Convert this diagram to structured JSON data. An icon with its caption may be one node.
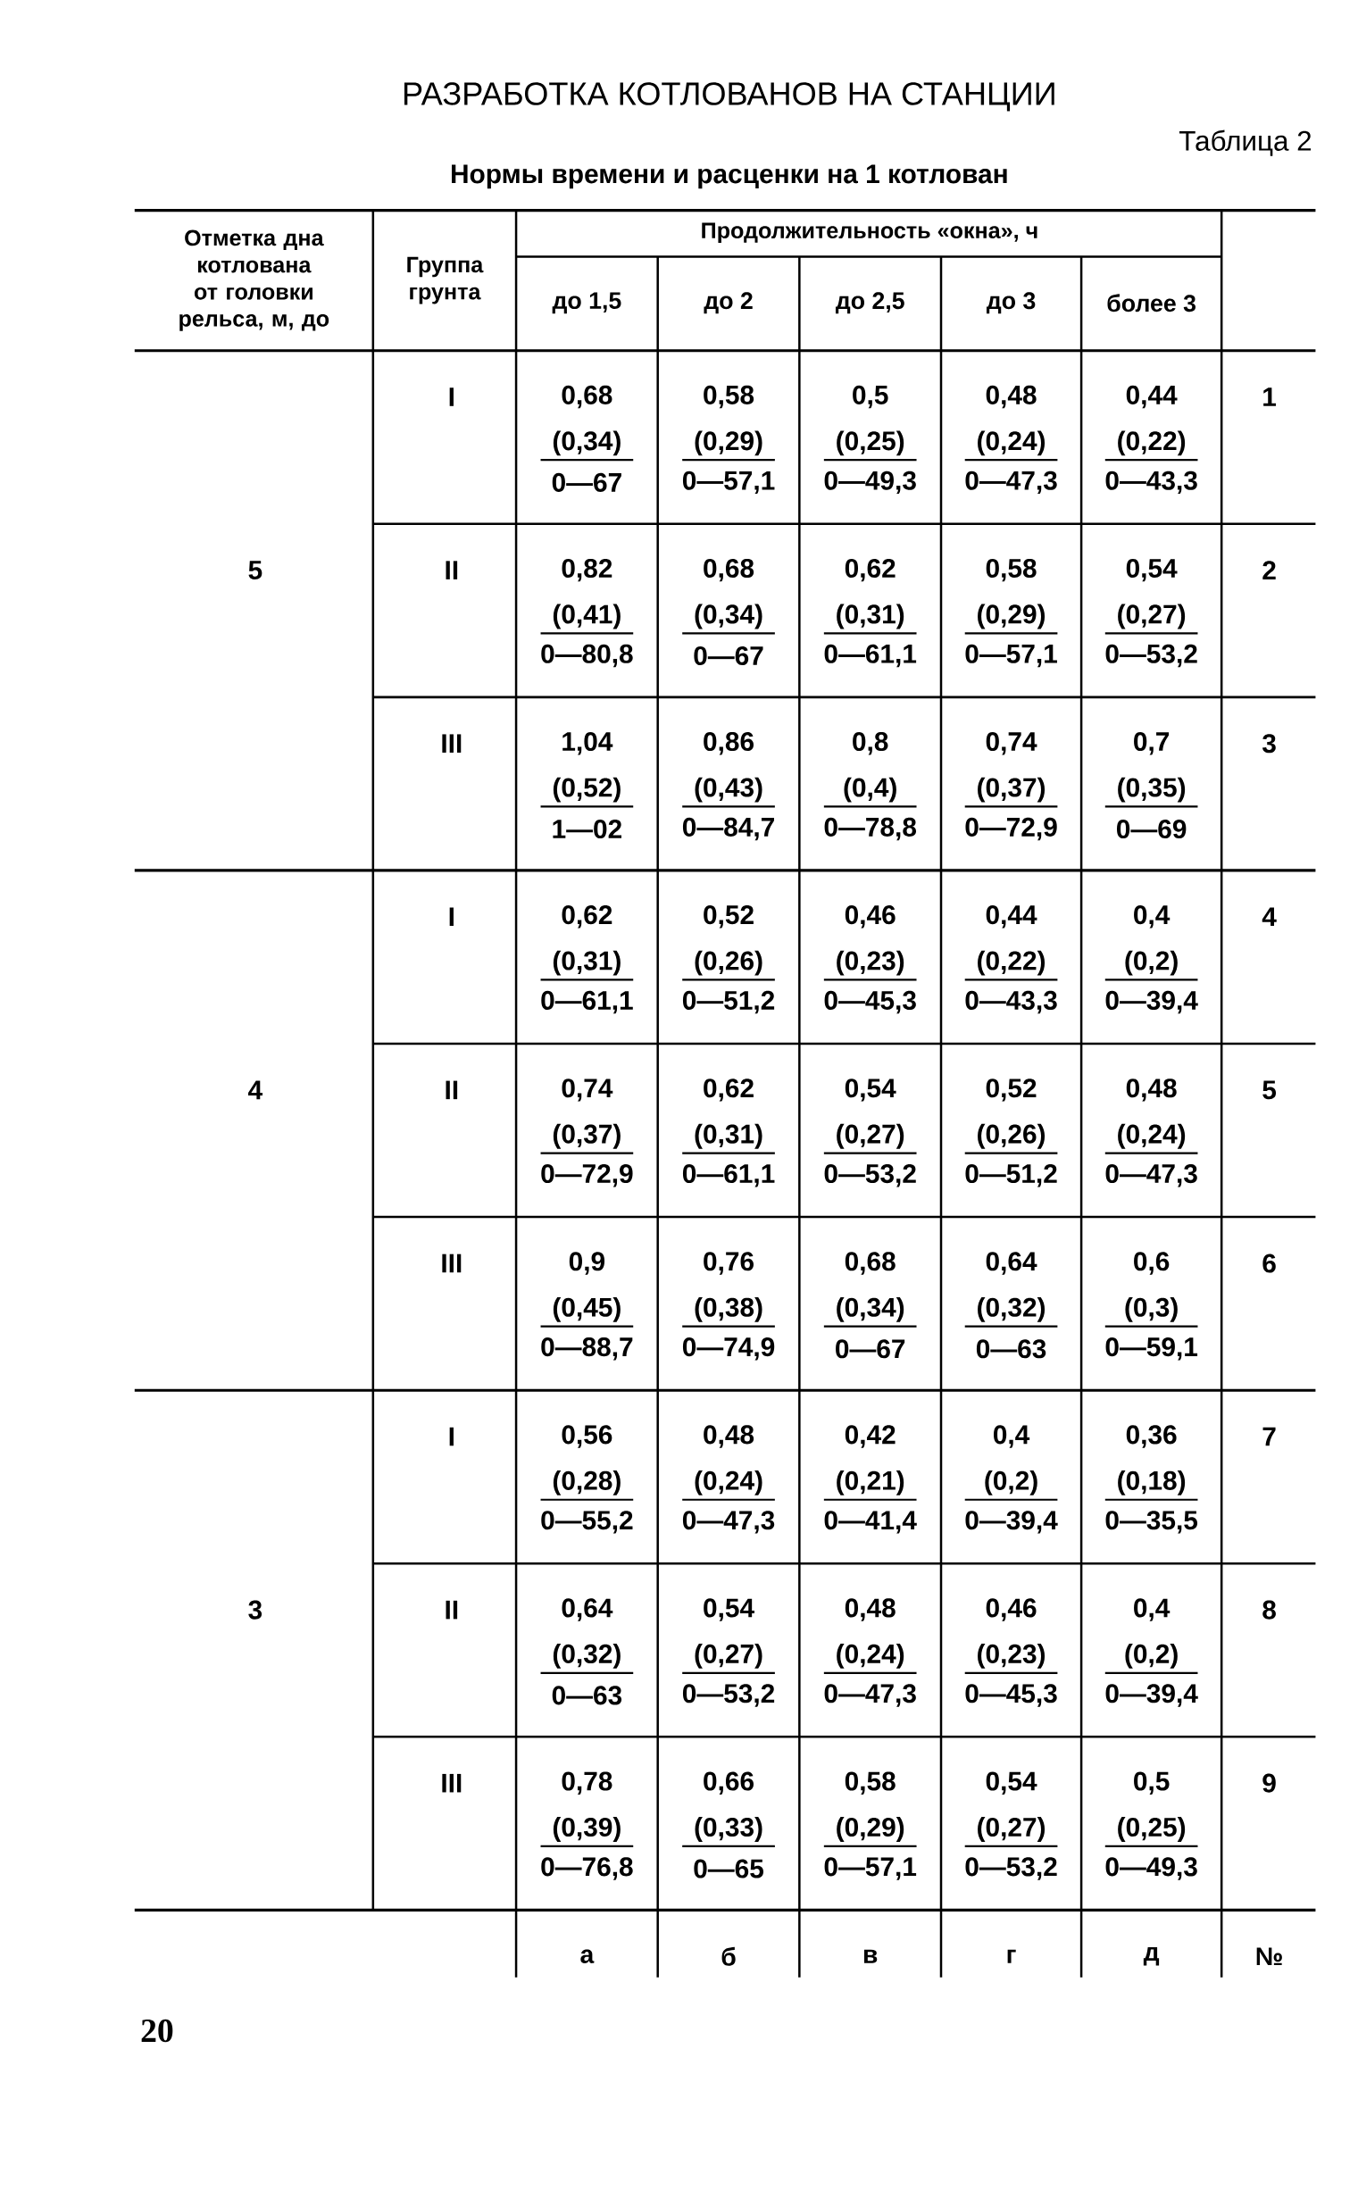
{
  "diagram": {
    "title": "РАЗРАБОТКА КОТЛОВАНОВ НА СТАНЦИИ",
    "labels": [
      "Таблица 2",
      "Нормы времени и расценки на 1 котлован",
      "Отметка дна котлована от головки рельса, м, до",
      "Группа грунта",
      "Продолжительность «окна», ч",
      "до 1,5",
      "до 2",
      "до 2,5",
      "до 3",
      "более 3",
      "I",
      "0,68",
      "(0,34)",
      "0—67",
      "0,58",
      "(0,29)",
      "0—57,1",
      "0,5",
      "(0,25)",
      "0—49,3",
      "0,48",
      "(0,24)",
      "0—47,3",
      "0,44",
      "(0,22)",
      "0—43,3",
      "1",
      "5",
      "II",
      "0,82",
      "(0,41)",
      "0—80,8",
      "0,68",
      "(0,34)",
      "0—67",
      "0,62",
      "(0,31)",
      "0—61,1",
      "0,58",
      "(0,29)",
      "0—57,1",
      "0,54",
      "(0,27)",
      "0—53,2",
      "2",
      "III",
      "1,04",
      "(0,52)",
      "1—02",
      "0,86",
      "(0,43)",
      "0—84,7",
      "0,8",
      "(0,4)",
      "0—78,8",
      "0,74",
      "(0,37)",
      "0—72,9",
      "0,7",
      "(0,35)",
      "0—69",
      "3",
      "I",
      "0,62",
      "(0,31)",
      "0—61,1",
      "0,52",
      "(0,26)",
      "0—51,2",
      "0,46",
      "(0,23)",
      "0—45,3",
      "0,44",
      "(0,22)",
      "0—43,3",
      "0,4",
      "(0,2)",
      "0—39,4",
      "4",
      "4",
      "II",
      "0,74",
      "(0,37)",
      "0—72,9",
      "0,62",
      "(0,31)",
      "0—61,1",
      "0,54",
      "(0,27)",
      "0—53,2",
      "0,52",
      "(0,26)",
      "0—51,2",
      "0,48",
      "(0,24)",
      "0—47,3",
      "5",
      "III",
      "0,9",
      "(0,45)",
      "0—88,7",
      "0,76",
      "(0,38)",
      "0—74,9",
      "0,68",
      "(0,34)",
      "0—67",
      "0,64",
      "(0,32)",
      "0—63",
      "0,6",
      "(0,3)",
      "0—59,1",
      "6",
      "I",
      "0,56",
      "(0,28)",
      "0—55,2",
      "0,48",
      "(0,24)",
      "0—47,3",
      "0,42",
      "(0,21)",
      "0—41,4",
      "0,4",
      "(0,2)",
      "0—39,4",
      "0,36",
      "(0,18)",
      "0—35,5",
      "7",
      "3",
      "II",
      "0,64",
      "(0,32)",
      "0—63",
      "0,54",
      "(0,27)",
      "0—53,2",
      "0,48",
      "(0,24)",
      "0—47,3",
      "0,46",
      "(0,23)",
      "0—45,3",
      "0,4",
      "(0,2)",
      "0—39,4",
      "8",
      "III",
      "0,78",
      "(0,39)",
      "0—76,8",
      "0,66",
      "(0,33)",
      "0—65",
      "0,58",
      "(0,29)",
      "0—57,1",
      "0,54",
      "(0,27)",
      "0—53,2",
      "0,5",
      "(0,25)",
      "0—49,3",
      "9",
      "а",
      "б",
      "в",
      "г",
      "д",
      "№",
      "20"
    ]
  }
}
